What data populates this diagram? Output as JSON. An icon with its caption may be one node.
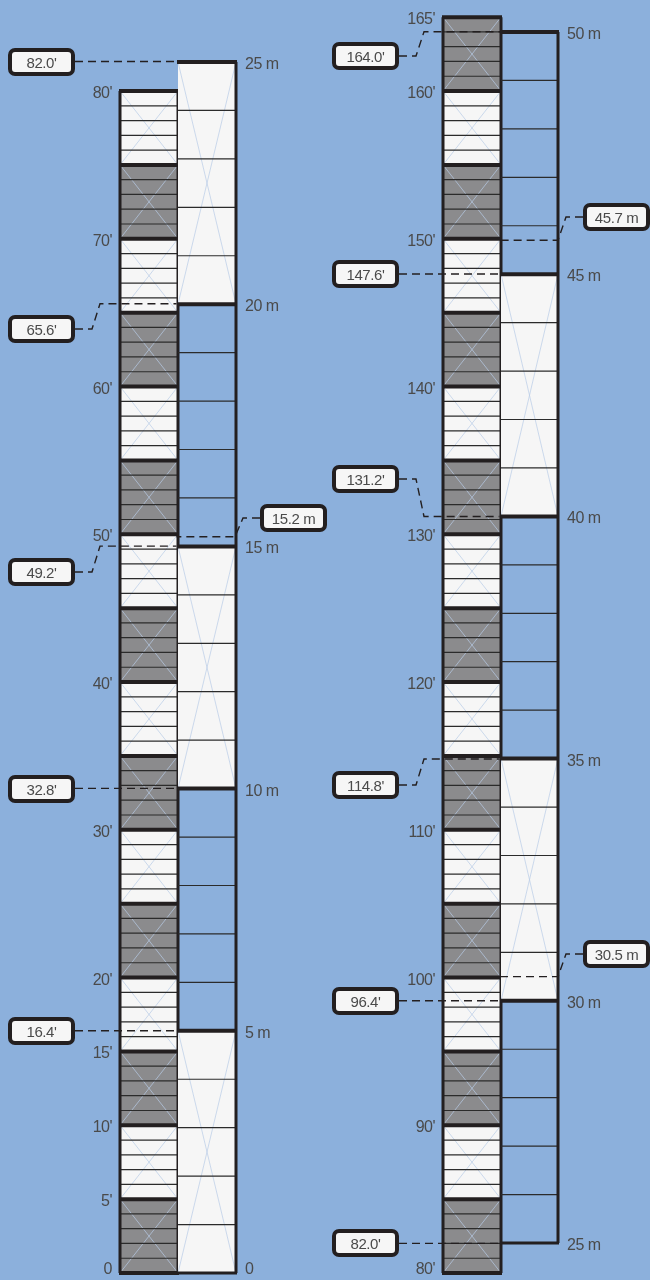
{
  "diagram": {
    "nodes": [
      {
        "text": [
          "82.0'"
        ]
      },
      {
        "text": [
          "164.0'"
        ]
      },
      {
        "text": [
          "45.7 m"
        ]
      },
      {
        "text": [
          "147.6'"
        ]
      },
      {
        "text": [
          "65.6'"
        ]
      },
      {
        "text": [
          "131.2'"
        ]
      },
      {
        "text": [
          "15.2 m"
        ]
      },
      {
        "text": [
          "49.2'"
        ]
      },
      {
        "text": [
          "32.8'"
        ]
      },
      {
        "text": [
          "114.8'"
        ]
      },
      {
        "text": [
          "30.5 m"
        ]
      },
      {
        "text": [
          "96.4'"
        ]
      },
      {
        "text": [
          "16.4'"
        ]
      },
      {
        "text": [
          "82.0'"
        ]
      },
      {
        "text": [],
        "shape": "bar",
        "beside": [
          "80'",
          "70'",
          "60'",
          "50'",
          "40'",
          "30'",
          "20'",
          "15'",
          "10'",
          "5'",
          "0"
        ]
      },
      {
        "text": [],
        "shape": "bar",
        "beside": [
          "25 m",
          "20 m",
          "15 m",
          "10 m",
          "5 m",
          "0"
        ]
      },
      {
        "text": [],
        "shape": "bar",
        "beside": [
          "165'",
          "160'",
          "150'",
          "140'",
          "130'",
          "120'",
          "110'",
          "100'",
          "90'",
          "80'"
        ]
      },
      {
        "text": [],
        "shape": "bar",
        "beside": [
          "50 m",
          "45 m",
          "40 m",
          "35 m",
          "30 m",
          "25 m"
        ]
      }
    ],
    "edges": [
      {
        "from": 0,
        "to": 15,
        "arrow": "none",
        "style": "dashed"
      },
      {
        "from": 1,
        "to": 17,
        "arrow": "none",
        "style": "dashed"
      },
      {
        "from": 2,
        "to": 17,
        "arrow": "none",
        "style": "dashed"
      },
      {
        "from": 3,
        "to": 16,
        "arrow": "none",
        "style": "dashed"
      },
      {
        "from": 4,
        "to": 14,
        "arrow": "none",
        "style": "dashed"
      },
      {
        "from": 5,
        "to": 16,
        "arrow": "none",
        "style": "dashed"
      },
      {
        "from": 6,
        "to": 15,
        "arrow": "none",
        "style": "dashed"
      },
      {
        "from": 7,
        "to": 14,
        "arrow": "none",
        "style": "dashed"
      },
      {
        "from": 8,
        "to": 14,
        "arrow": "none",
        "style": "dashed"
      },
      {
        "from": 9,
        "to": 16,
        "arrow": "none",
        "style": "dashed"
      },
      {
        "from": 10,
        "to": 17,
        "arrow": "none",
        "style": "dashed"
      },
      {
        "from": 11,
        "to": 16,
        "arrow": "none",
        "style": "dashed"
      },
      {
        "from": 12,
        "to": 14,
        "arrow": "none",
        "style": "dashed"
      },
      {
        "from": 13,
        "to": 17,
        "arrow": "none",
        "style": "dashed"
      }
    ]
  }
}
